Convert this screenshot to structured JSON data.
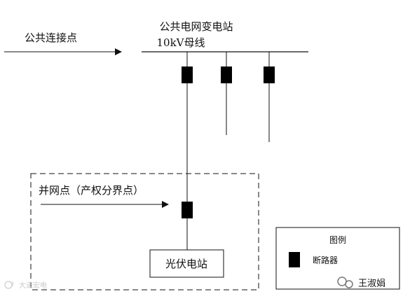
{
  "diagram": {
    "left_arrow_label": "公共连接点",
    "substation_title": "公共电网变电站",
    "bus_label": "10kV母线",
    "grid_point_label": "并网点（产权分界点）",
    "pv_station_label": "光伏电站",
    "legend": {
      "title": "图例",
      "breaker_label": "断路器"
    }
  },
  "watermark": {
    "left_text": "大道宏电"
  },
  "brand": {
    "name": "王淑娟"
  },
  "colors": {
    "line": "#111111",
    "breaker": "#000000",
    "watermark": "#c9c9c9"
  }
}
